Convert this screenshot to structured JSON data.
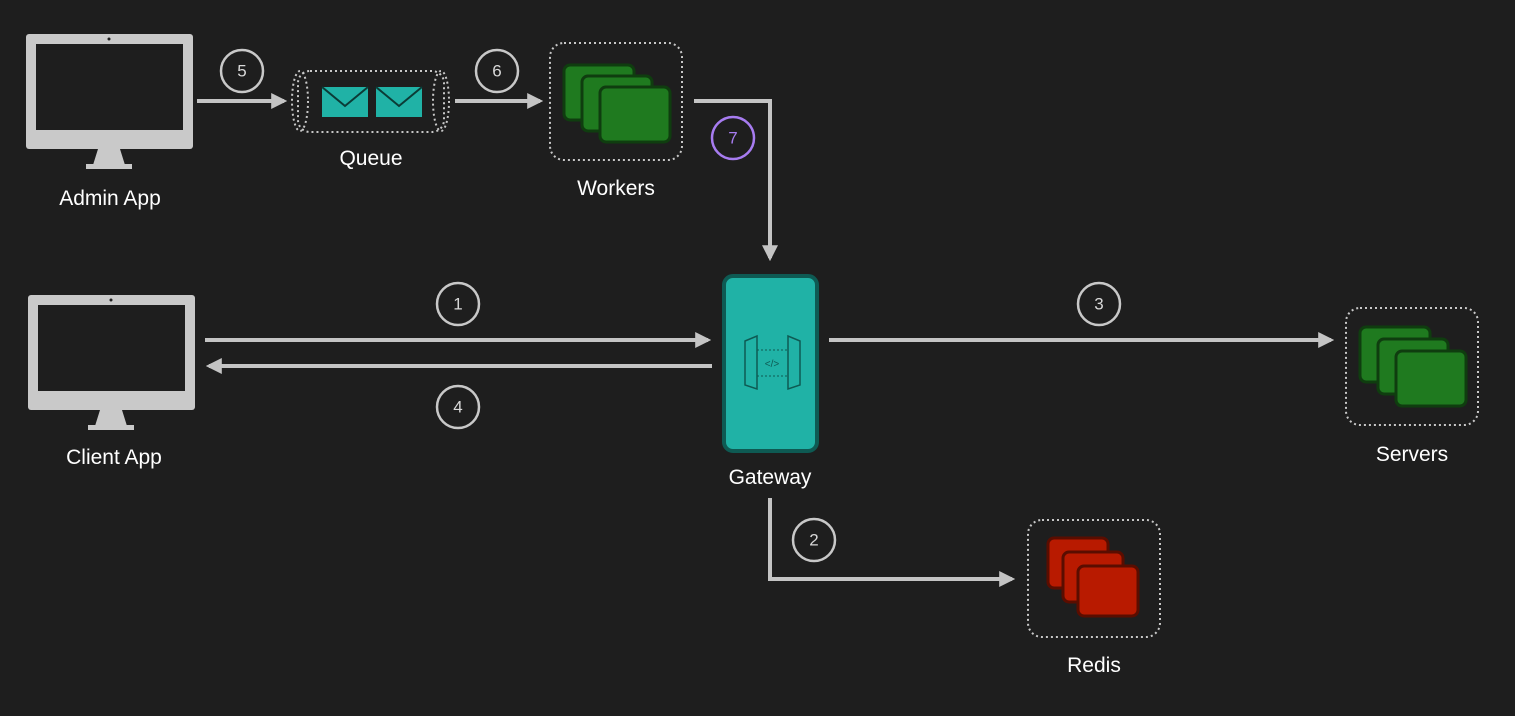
{
  "nodes": {
    "admin_app": "Admin App",
    "client_app": "Client App",
    "queue": "Queue",
    "workers": "Workers",
    "gateway": "Gateway",
    "servers": "Servers",
    "redis": "Redis"
  },
  "steps": {
    "s1": "1",
    "s2": "2",
    "s3": "3",
    "s4": "4",
    "s5": "5",
    "s6": "6",
    "s7": "7"
  },
  "icons": {
    "monitor": "monitor-icon",
    "envelope": "envelope-icon",
    "server_stack": "server-stack-icon",
    "api_gateway": "api-gateway-icon"
  },
  "colors": {
    "background": "#1e1e1e",
    "arrow": "#c4c4c4",
    "monitor": "#c9c9c9",
    "teal": "#20b2a6",
    "green": "#1f7a1f",
    "red": "#b81a00",
    "highlight_step": "#a77cf0"
  }
}
